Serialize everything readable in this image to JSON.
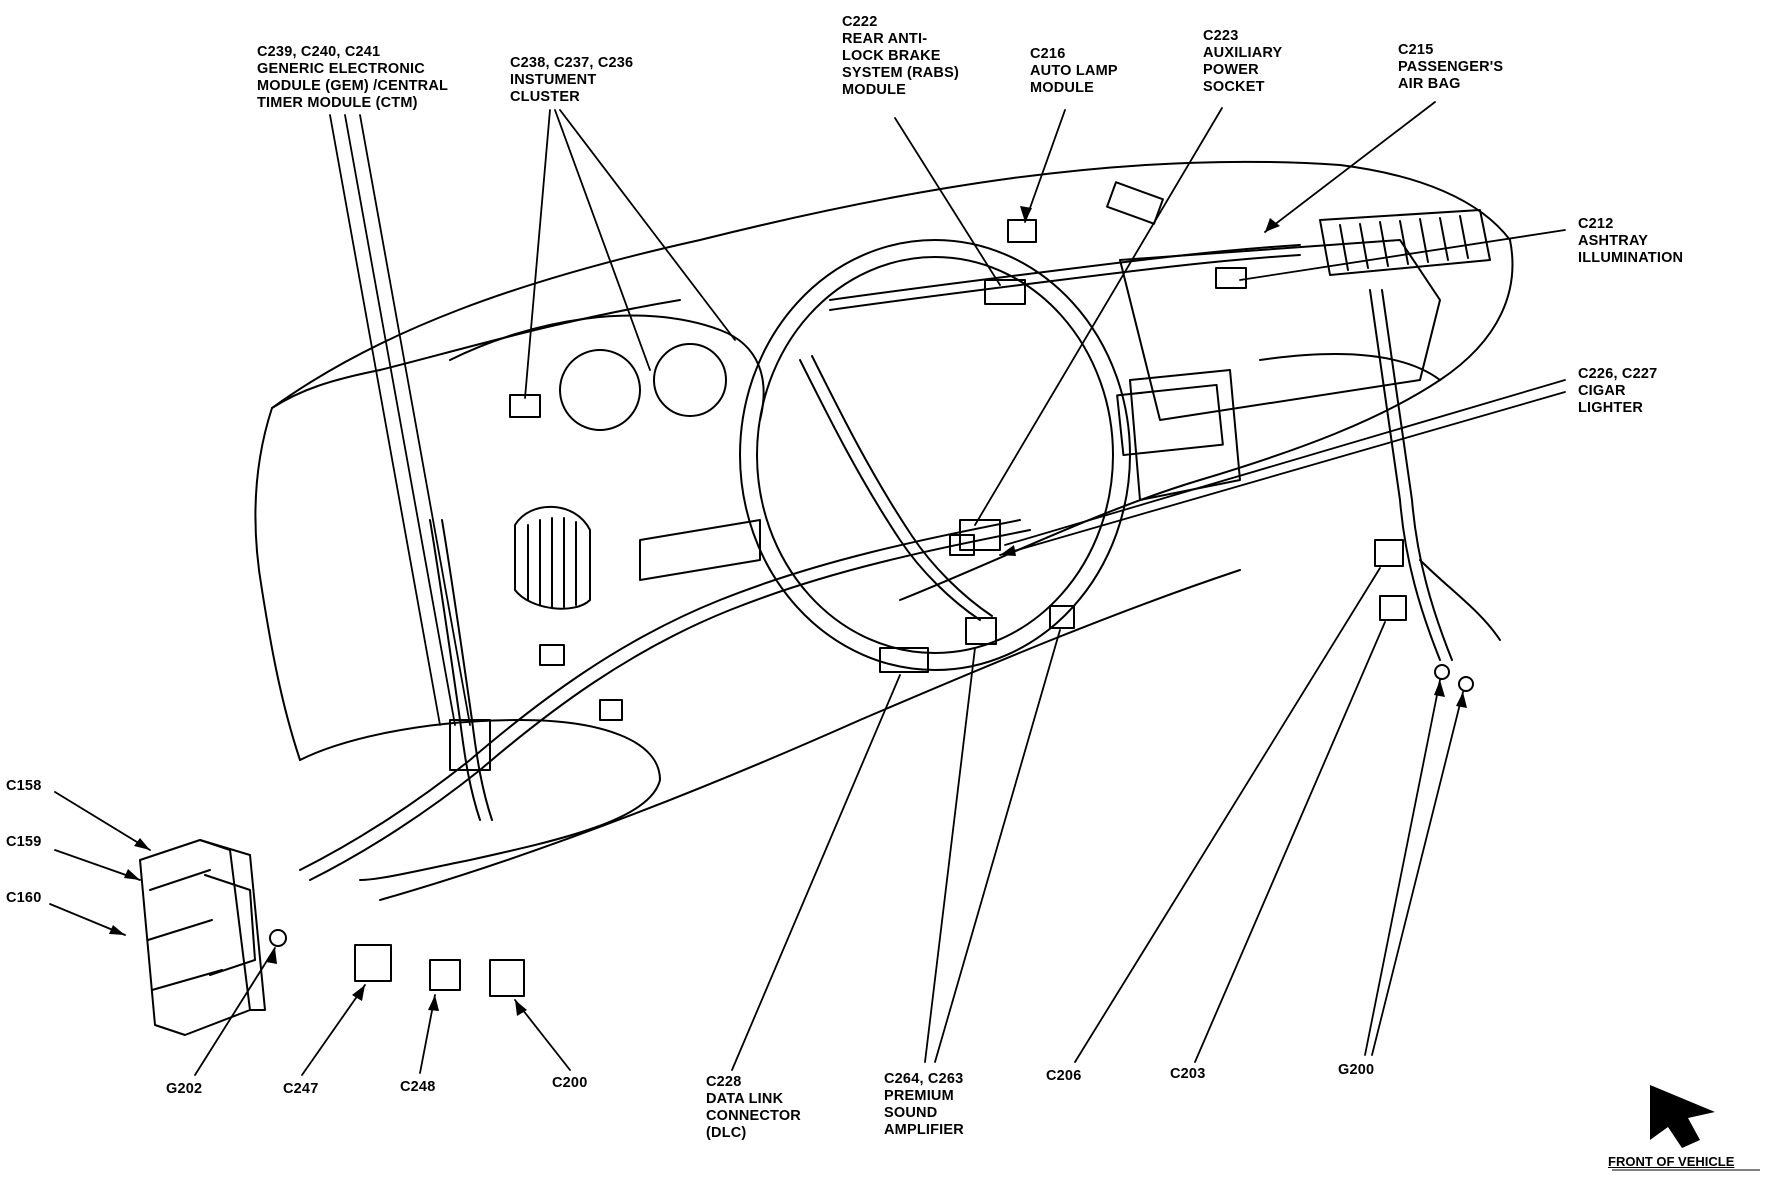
{
  "labels": {
    "gem_ctm": [
      "C239, C240, C241",
      "GENERIC ELECTRONIC",
      "MODULE (GEM) /CENTRAL",
      "TIMER MODULE (CTM)"
    ],
    "instrument_cluster": [
      "C238, C237, C236",
      "INSTUMENT",
      "CLUSTER"
    ],
    "rabs": [
      "C222",
      "REAR ANTI-",
      "LOCK BRAKE",
      "SYSTEM (RABS)",
      "MODULE"
    ],
    "auto_lamp": [
      "C216",
      "AUTO LAMP",
      "MODULE"
    ],
    "aux_power": [
      "C223",
      "AUXILIARY",
      "POWER",
      "SOCKET"
    ],
    "passenger_airbag": [
      "C215",
      "PASSENGER'S",
      "AIR BAG"
    ],
    "ashtray": [
      "C212",
      "ASHTRAY",
      "ILLUMINATION"
    ],
    "cigar": [
      "C226, C227",
      "CIGAR",
      "LIGHTER"
    ],
    "c158": [
      "C158"
    ],
    "c159": [
      "C159"
    ],
    "c160": [
      "C160"
    ],
    "g202": [
      "G202"
    ],
    "c247": [
      "C247"
    ],
    "c248": [
      "C248"
    ],
    "c200": [
      "C200"
    ],
    "dlc": [
      "C228",
      "DATA LINK",
      "CONNECTOR",
      "(DLC)"
    ],
    "amp": [
      "C264, C263",
      "PREMIUM",
      "SOUND",
      "AMPLIFIER"
    ],
    "c206": [
      "C206"
    ],
    "c203": [
      "C203"
    ],
    "g200": [
      "G200"
    ]
  },
  "legend": {
    "front_of_vehicle": "FRONT OF VEHICLE",
    "arrow_icon": "front-arrow-icon"
  },
  "colors": {
    "ink": "#000000",
    "background": "#ffffff"
  }
}
